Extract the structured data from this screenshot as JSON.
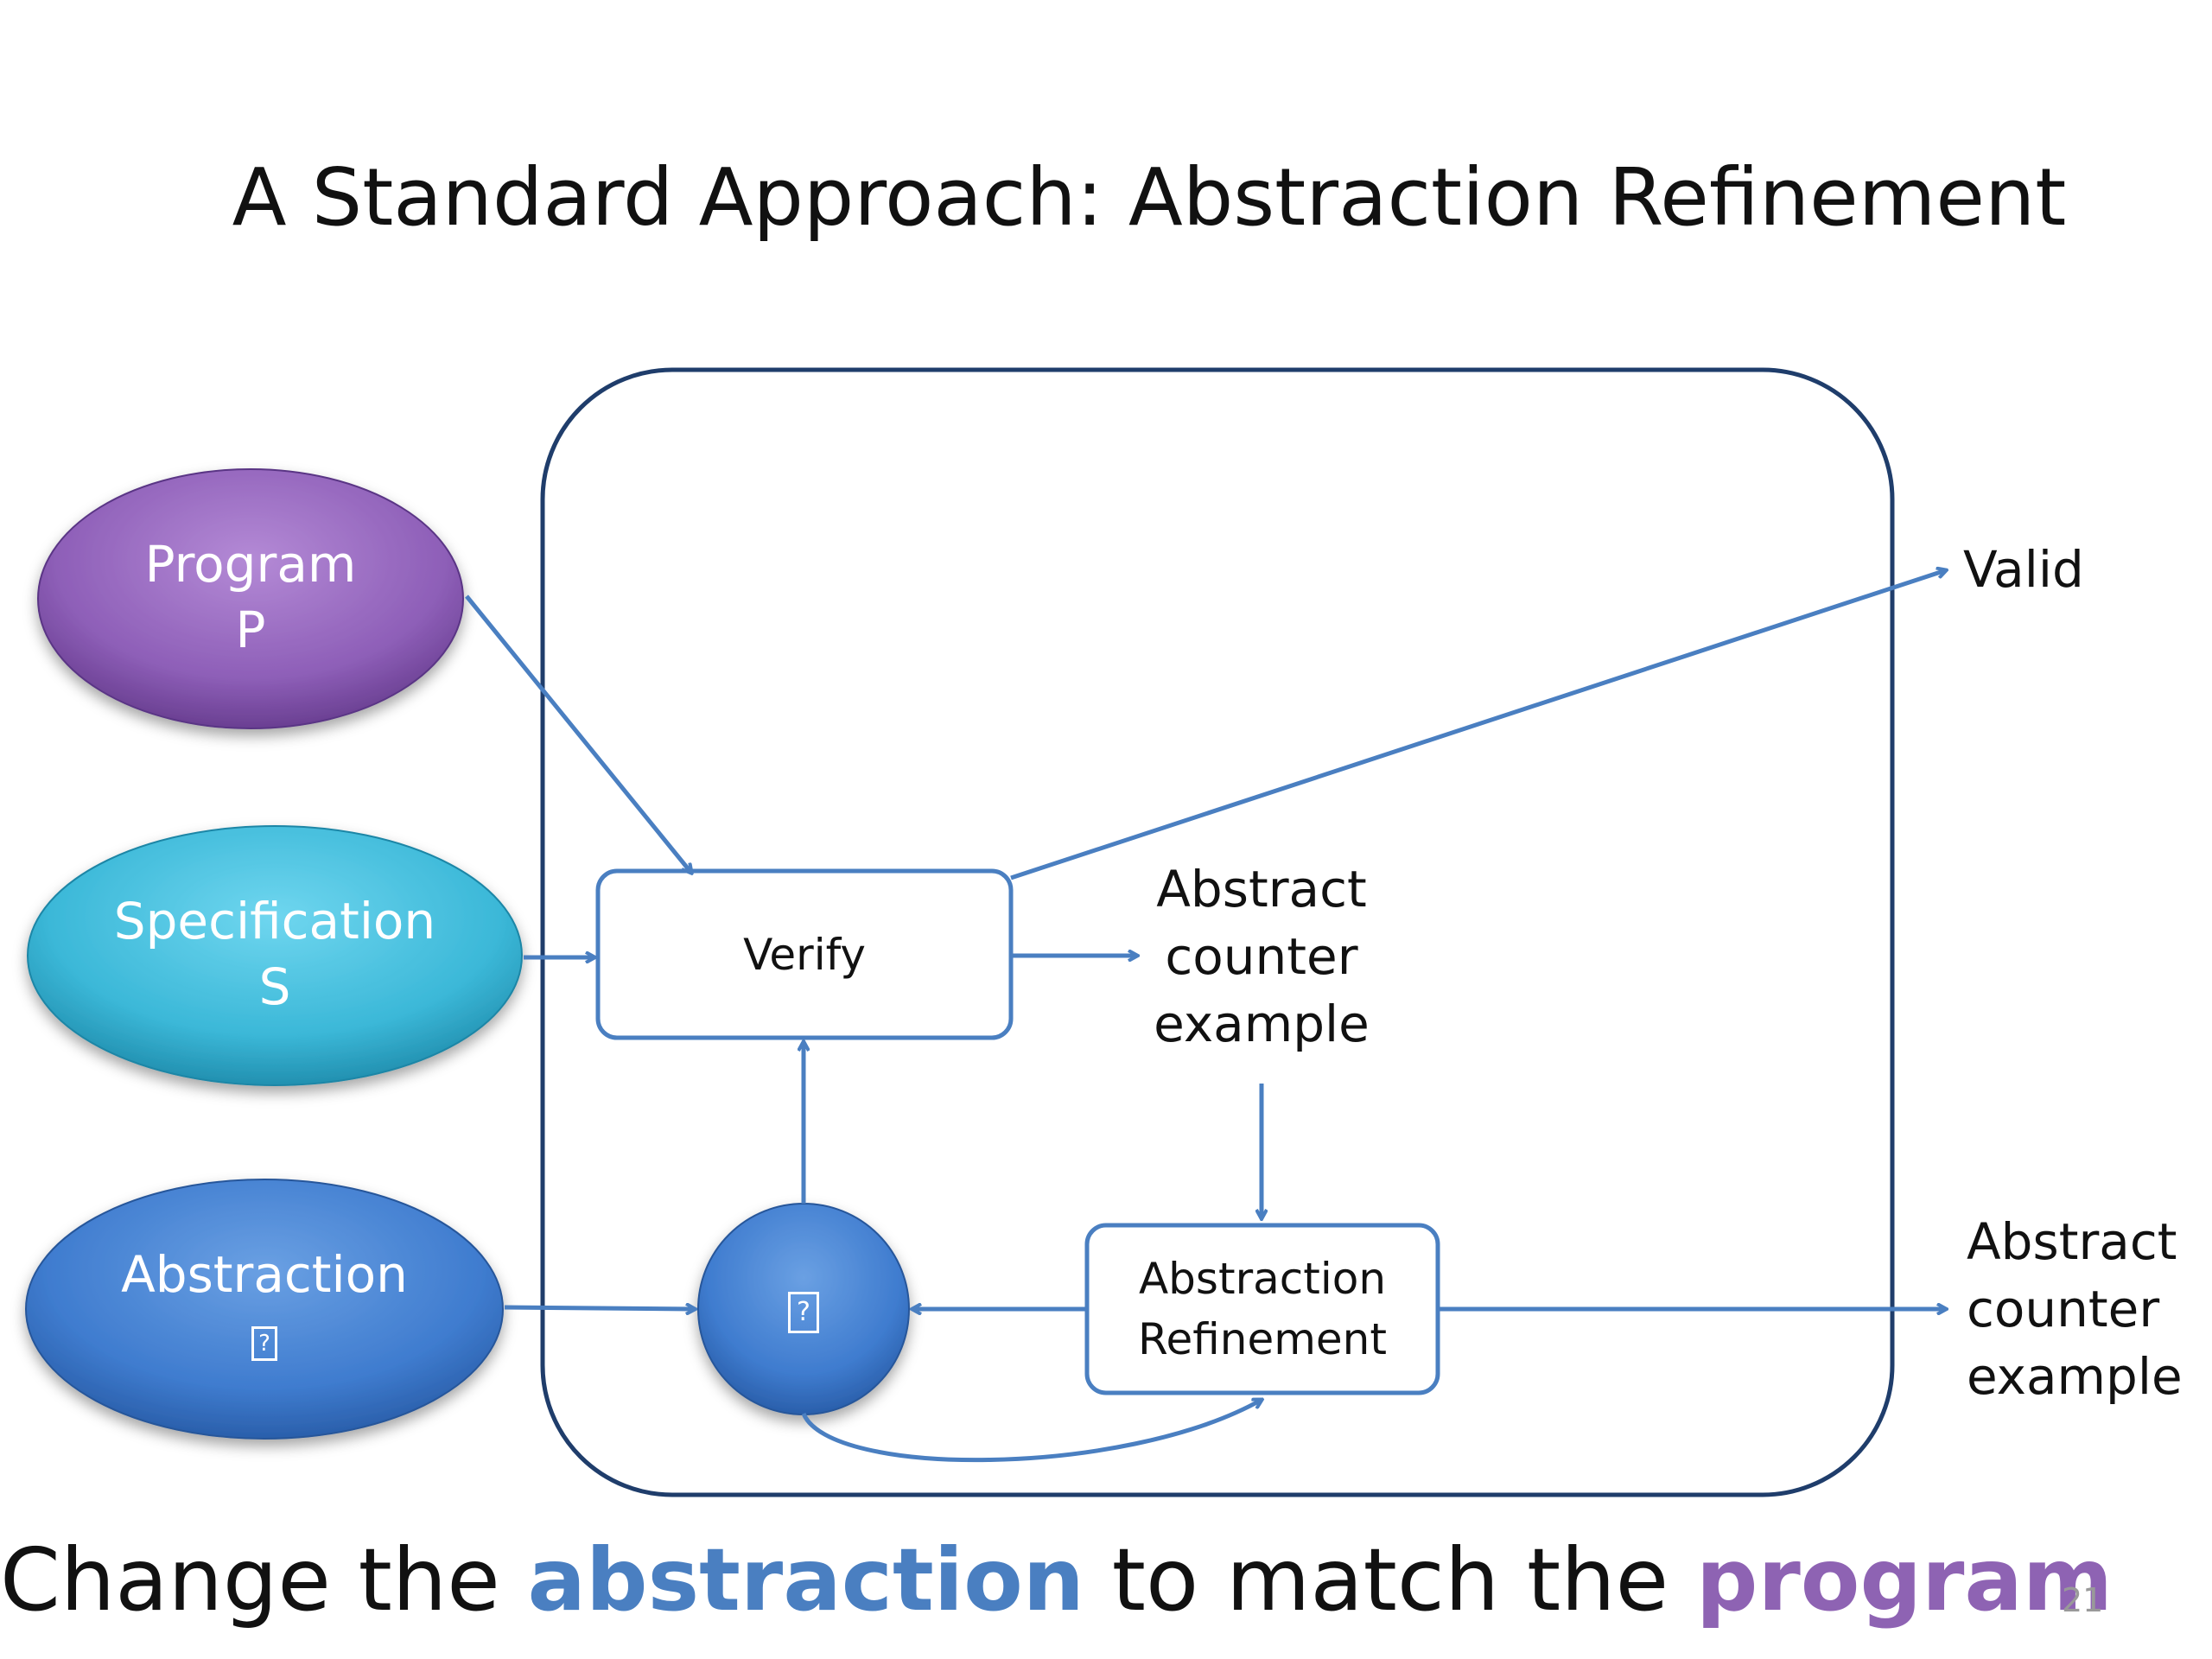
{
  "title": "A Standard Approach: Abstraction Refinement",
  "inputs": {
    "program": {
      "line1": "Program",
      "line2": "P",
      "color": "#8e5fb8"
    },
    "specification": {
      "line1": "Specification",
      "line2": "S",
      "color": "#3bb8d8"
    },
    "abstraction": {
      "line1": "Abstraction",
      "line2": "?",
      "color": "#3f7ccf"
    }
  },
  "nodes": {
    "verify": "Verify",
    "abstract_counter_example_inner": [
      "Abstract",
      "counter",
      "example"
    ],
    "abstraction_node_symbol": "?",
    "abstraction_refinement": [
      "Abstraction",
      "Refinement"
    ]
  },
  "outputs": {
    "valid": "Valid",
    "abstract_counter_example": [
      "Abstract",
      "counter",
      "example"
    ]
  },
  "caption": {
    "part1": "Change the ",
    "keyword1": "abstraction",
    "part2": " to match the ",
    "keyword2": "program"
  },
  "slide_number": "21",
  "colors": {
    "frame": "#1f3d6b",
    "arrow": "#4a7fc1",
    "keyword_abstraction": "#4a7fc1",
    "keyword_program": "#8e63b3"
  }
}
